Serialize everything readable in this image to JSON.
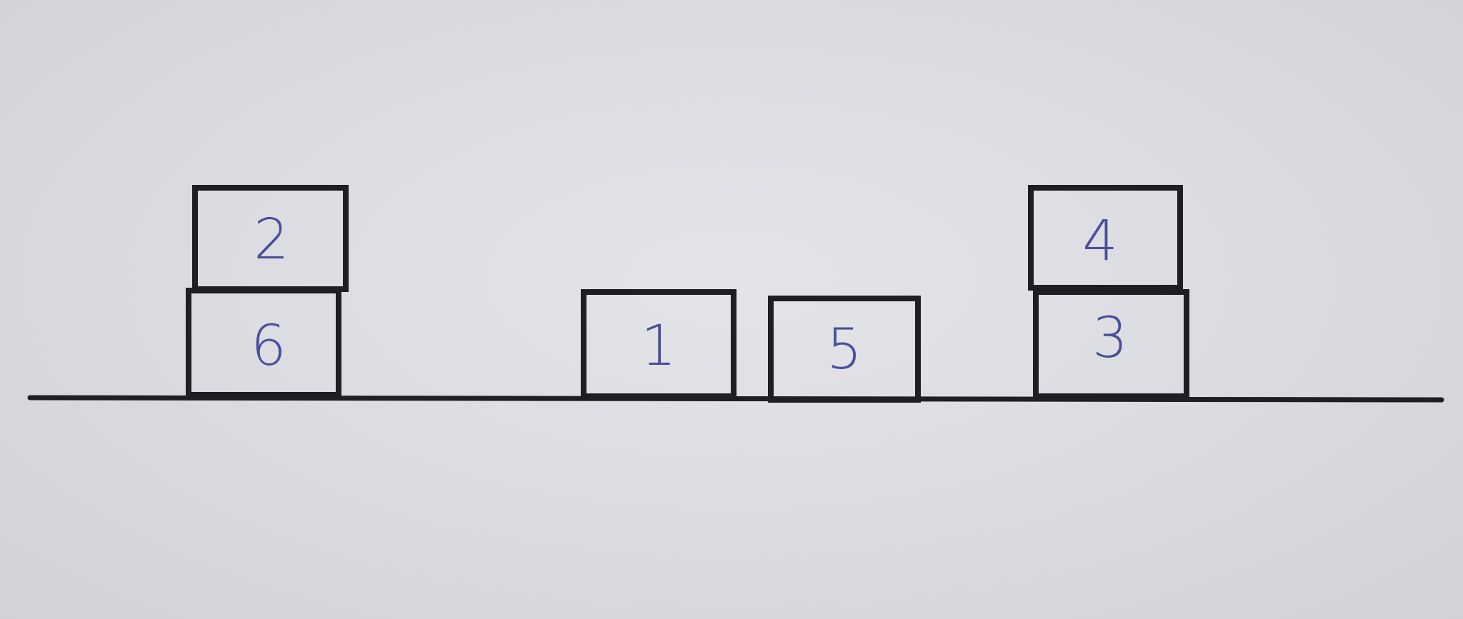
{
  "diagram": {
    "boxes": [
      {
        "id": "stack-left-top",
        "label": "2"
      },
      {
        "id": "stack-left-bottom",
        "label": "6"
      },
      {
        "id": "single-center-left",
        "label": "1"
      },
      {
        "id": "single-center-right",
        "label": "5"
      },
      {
        "id": "stack-right-top",
        "label": "4"
      },
      {
        "id": "stack-right-bottom",
        "label": "3"
      }
    ],
    "colors": {
      "outline": "#1e1f22",
      "label_ink": "#4a4f9a",
      "paper": "#dcdde2"
    }
  }
}
